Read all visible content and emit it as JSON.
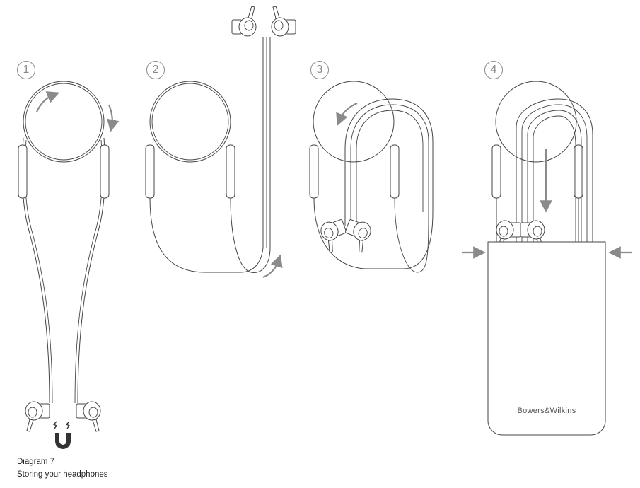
{
  "steps": [
    "1",
    "2",
    "3",
    "4"
  ],
  "caption": {
    "line1": "Diagram 7",
    "line2": "Storing your headphones"
  },
  "case_brand": "Bowers&Wilkins",
  "colors": {
    "line": "#444444",
    "arrow": "#8a8a8a"
  }
}
